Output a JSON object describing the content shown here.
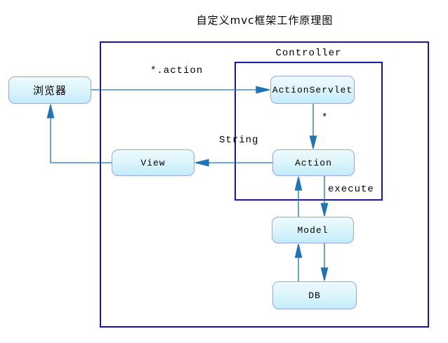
{
  "title": "自定义mvc框架工作原理图",
  "diagram": {
    "controller_label": "Controller",
    "nodes": {
      "browser": {
        "label": "浏览器"
      },
      "action_servlet": {
        "label": "ActionServlet"
      },
      "view": {
        "label": "View"
      },
      "action": {
        "label": "Action"
      },
      "model": {
        "label": "Model"
      },
      "db": {
        "label": "DB"
      }
    },
    "edge_labels": {
      "request_pattern": "*.action",
      "forward_multiplicity": "*",
      "return_type": "String",
      "execute": "execute"
    },
    "colors": {
      "background": "#ffffff",
      "frame_border": "#1c16a8",
      "node_border": "#9aa5d9",
      "node_fill_top": "#eefafe",
      "node_fill_bottom": "#c3ecf9",
      "arrow": "#1d74b8",
      "text": "#000000"
    }
  }
}
